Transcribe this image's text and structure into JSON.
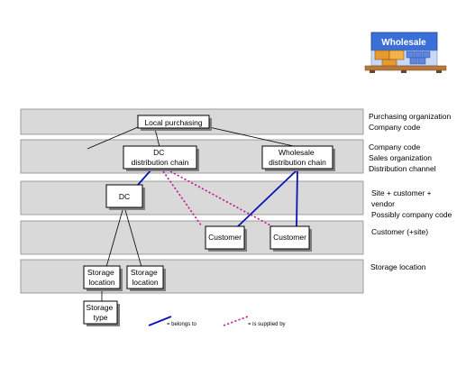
{
  "badge": {
    "title": "Wholesale",
    "icon": "warehouse-pallet-icon",
    "color_header": "#3a6fd8",
    "color_crates": "#e79a2e",
    "color_pallet": "#b8793a"
  },
  "levels": [
    {
      "lines": [
        "Purchasing organization",
        "Company code"
      ]
    },
    {
      "lines": [
        "Company code",
        "Sales organization",
        "Distribution channel"
      ]
    },
    {
      "lines": [
        "Site + customer +",
        "vendor",
        "Possibly company code"
      ]
    },
    {
      "lines": [
        "Customer (+site)"
      ]
    },
    {
      "lines": [
        "Storage location"
      ]
    }
  ],
  "nodes": {
    "local_purchasing": [
      "Local purchasing"
    ],
    "dc_chain": [
      "DC",
      "distribution chain"
    ],
    "wholesale_chain": [
      "Wholesale",
      "distribution chain"
    ],
    "dc": [
      "DC"
    ],
    "customer_1": [
      "Customer"
    ],
    "customer_2": [
      "Customer"
    ],
    "storage_location_1": [
      "Storage",
      "location"
    ],
    "storage_location_2": [
      "Storage",
      "location"
    ],
    "storage_type": [
      "Storage",
      "type"
    ]
  },
  "legend": {
    "belongs_to": "= belongs to",
    "supplied_by": "= is supplied by",
    "color_belongs": "#0a14b4",
    "color_supplied": "#c0199a"
  }
}
